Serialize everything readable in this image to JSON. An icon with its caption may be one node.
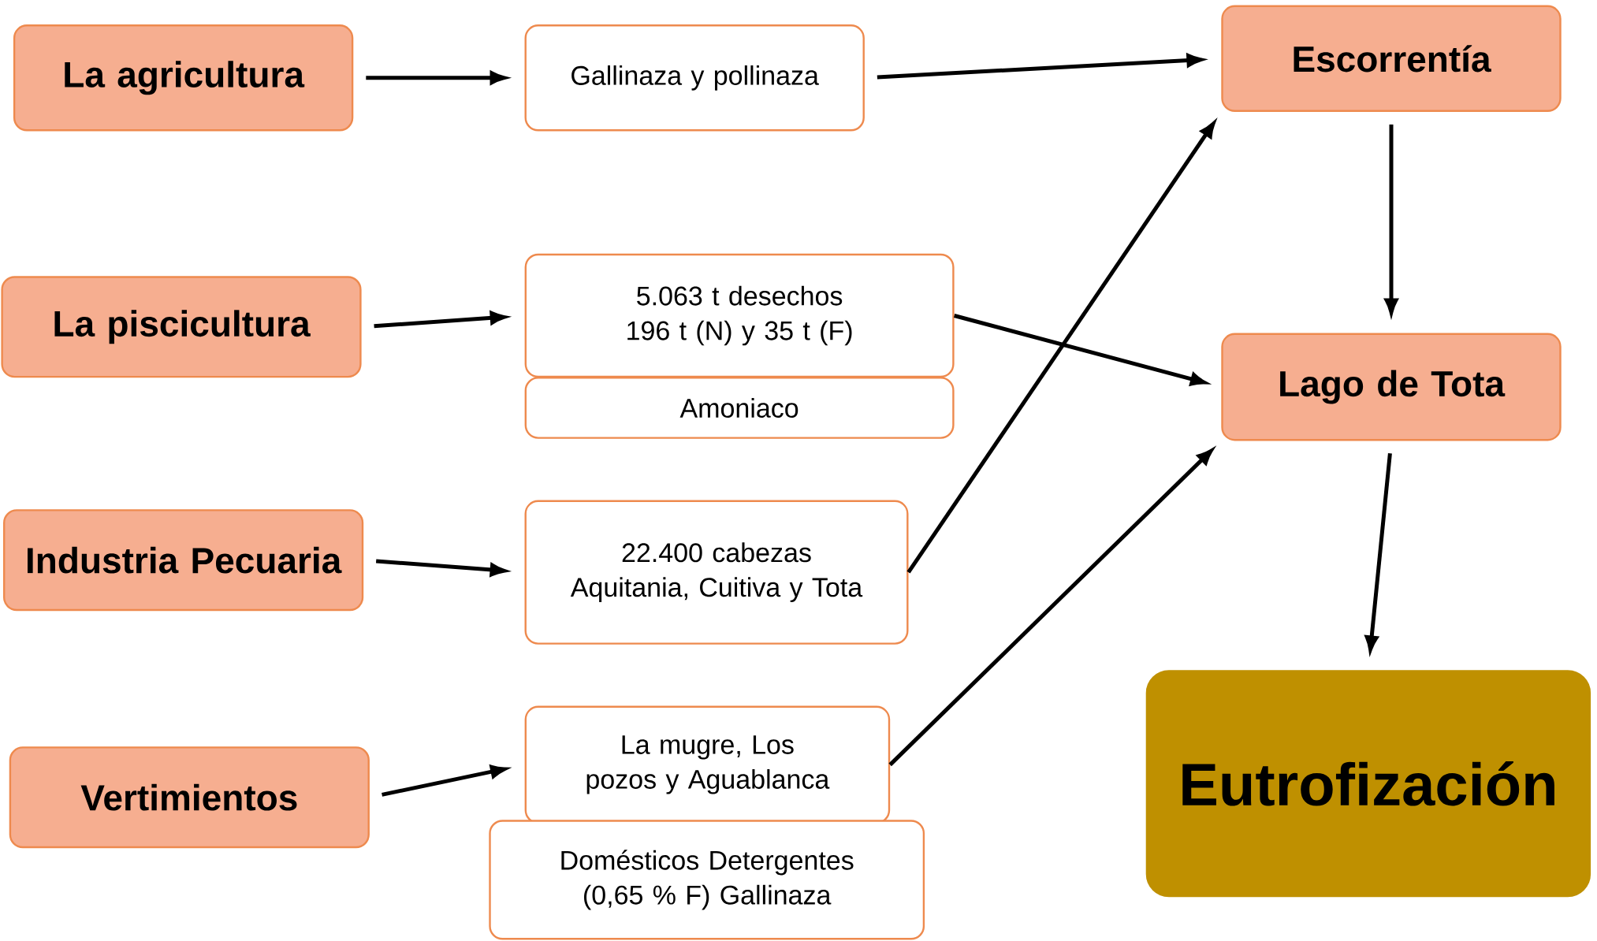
{
  "diagram": {
    "nodes": [
      {
        "text": [
          "La agricultura"
        ]
      },
      {
        "text": [
          "Gallinaza y pollinaza"
        ]
      },
      {
        "text": [
          "Escorrentía"
        ]
      },
      {
        "text": [
          "La piscicultura"
        ]
      },
      {
        "text": [
          "5.063 t desechos 196 t (N) y 35 t (F)"
        ]
      },
      {
        "text": [
          "Amoniaco"
        ]
      },
      {
        "text": [
          "Lago de Tota"
        ]
      },
      {
        "text": [
          "Industria Pecuaria"
        ]
      },
      {
        "text": [
          "22.400 cabezas Aquitania, Cuitiva y Tota"
        ]
      },
      {
        "text": [
          "Vertimientos"
        ]
      },
      {
        "text": [
          "La mugre, Los pozos y Aguablanca"
        ]
      },
      {
        "text": [
          "Domésticos Detergentes (0,65 % F) Gallinaza"
        ]
      },
      {
        "text": [
          "Eutrofización"
        ]
      }
    ],
    "edges": [
      {
        "from": 0,
        "to": 1,
        "arrow": "to"
      },
      {
        "from": 1,
        "to": 2,
        "arrow": "to"
      },
      {
        "from": 3,
        "to": 4,
        "arrow": "to"
      },
      {
        "from": 4,
        "to": 6,
        "arrow": "to"
      },
      {
        "from": 7,
        "to": 8,
        "arrow": "to"
      },
      {
        "from": 8,
        "to": 2,
        "arrow": "to"
      },
      {
        "from": 9,
        "to": 10,
        "arrow": "to"
      },
      {
        "from": 10,
        "to": 6,
        "arrow": "to"
      },
      {
        "from": 2,
        "to": 6,
        "arrow": "to"
      },
      {
        "from": 6,
        "to": 12,
        "arrow": "to"
      }
    ]
  }
}
